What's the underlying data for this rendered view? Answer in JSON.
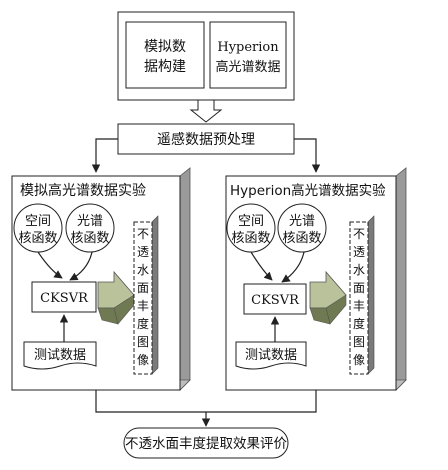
{
  "top": {
    "sim_build_line1": "模拟数",
    "sim_build_line2": "据构建",
    "hyperion_line1": "Hyperion",
    "hyperion_line2": "高光谱数据"
  },
  "preprocess": "遥感数据预处理",
  "left_panel": {
    "title": "模拟高光谱数据实验",
    "spatial_kernel_line1": "空间",
    "spatial_kernel_line2": "核函数",
    "spectral_kernel_line1": "光谱",
    "spectral_kernel_line2": "核函数",
    "cksvr": "CKSVR",
    "test_data": "测试数据",
    "output_image": [
      "不",
      "透",
      "水",
      "面",
      "丰",
      "度",
      "图",
      "像"
    ]
  },
  "right_panel": {
    "title": "Hyperion高光谱数据实验",
    "spatial_kernel_line1": "空间",
    "spatial_kernel_line2": "核函数",
    "spectral_kernel_line1": "光谱",
    "spectral_kernel_line2": "核函数",
    "cksvr": "CKSVR",
    "test_data": "测试数据",
    "output_image": [
      "不",
      "透",
      "水",
      "面",
      "丰",
      "度",
      "图",
      "像"
    ]
  },
  "evaluation": "不透水面丰度提取效果评价",
  "colors": {
    "line": "#222222",
    "panel_shadow": "#9a9a9a",
    "image_bar_shadow": "#7a7a7a",
    "big_arrow_light": "#b9c29a",
    "big_arrow_dark": "#6f7a52"
  }
}
